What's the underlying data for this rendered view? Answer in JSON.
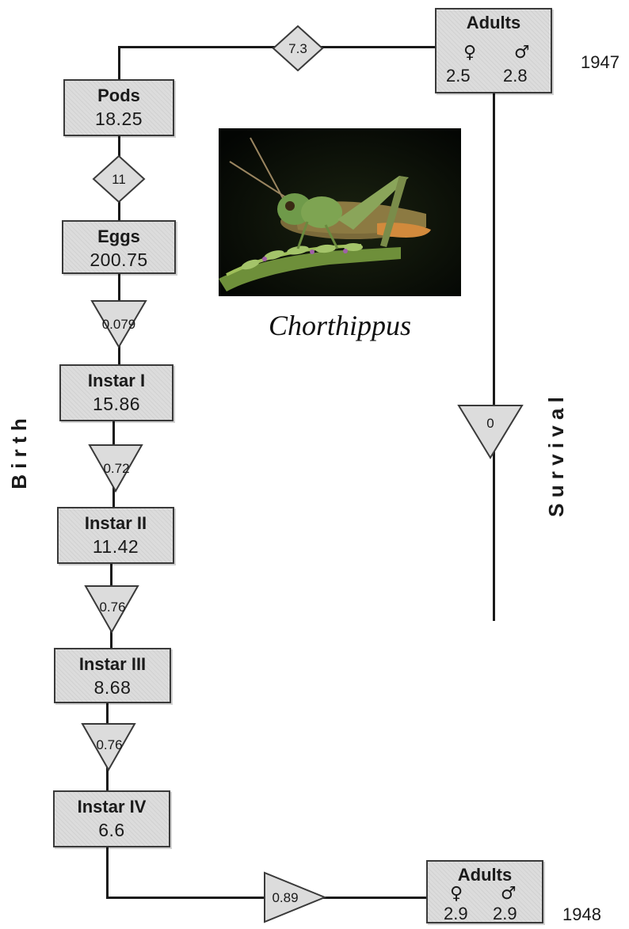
{
  "boxes": {
    "pods": {
      "title": "Pods",
      "value": "18.25"
    },
    "eggs": {
      "title": "Eggs",
      "value": "200.75"
    },
    "instar1": {
      "title": "Instar I",
      "value": "15.86"
    },
    "instar2": {
      "title": "Instar II",
      "value": "11.42"
    },
    "instar3": {
      "title": "Instar III",
      "value": "8.68"
    },
    "instar4": {
      "title": "Instar IV",
      "value": "6.6"
    },
    "adults_top": {
      "title": "Adults",
      "female_symbol": "♀",
      "male_symbol": "♂",
      "female": "2.5",
      "male": "2.8"
    },
    "adults_bottom": {
      "title": "Adults",
      "female_symbol": "♀",
      "male_symbol": "♂",
      "female": "2.9",
      "male": "2.9"
    }
  },
  "rates": {
    "fecundity_top": "7.3",
    "eggs_per_pod": "11",
    "eggs_to_instar1": "0.079",
    "instar1_to_instar2": "0.72",
    "instar2_to_instar3": "0.76",
    "instar3_to_instar4": "0.76",
    "instar4_to_adults": "0.89",
    "adult_survival": "0"
  },
  "years": {
    "top": "1947",
    "bottom": "1948"
  },
  "side_labels": {
    "left": "B i r t h",
    "right": "S u r v i v a l"
  },
  "photo": {
    "caption": "Chorthippus",
    "subject": "grasshopper-photo"
  },
  "colors": {
    "box_fill": "#dcdcdc",
    "box_border": "#3a3a3a",
    "line": "#1a1a1a"
  }
}
